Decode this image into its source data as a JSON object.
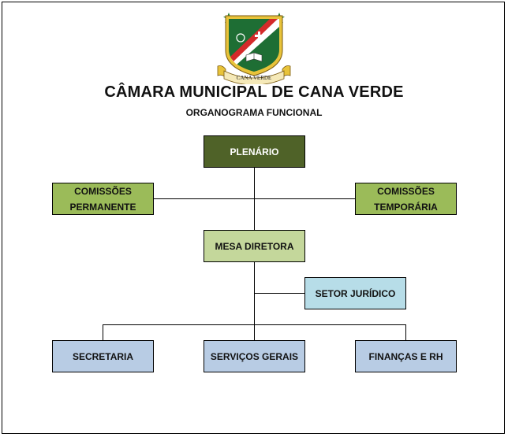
{
  "header": {
    "title": "CÂMARA MUNICIPAL DE CANA VERDE",
    "subtitle": "ORGANOGRAMA FUNCIONAL"
  },
  "logo": {
    "ribbon_text": "CANA VERDE",
    "icon": "municipal-coat-of-arms"
  },
  "nodes": {
    "plenario": "PLENÁRIO",
    "comissoes_permanente": [
      "COMISSÕES",
      "PERMANENTE"
    ],
    "comissoes_temporaria": [
      "COMISSÕES",
      "TEMPORÁRIA"
    ],
    "mesa_diretora": "MESA DIRETORA",
    "setor_juridico": "SETOR JURÍDICO",
    "secretaria": "SECRETARIA",
    "servicos_gerais": "SERVIÇOS GERAIS",
    "financas_rh": "FINANÇAS E RH"
  },
  "colors": {
    "plenario": "#4f6228",
    "comissoes": "#9bbb59",
    "mesa": "#c4d79b",
    "juridico": "#b7dde8",
    "departments": "#b8cce4"
  }
}
